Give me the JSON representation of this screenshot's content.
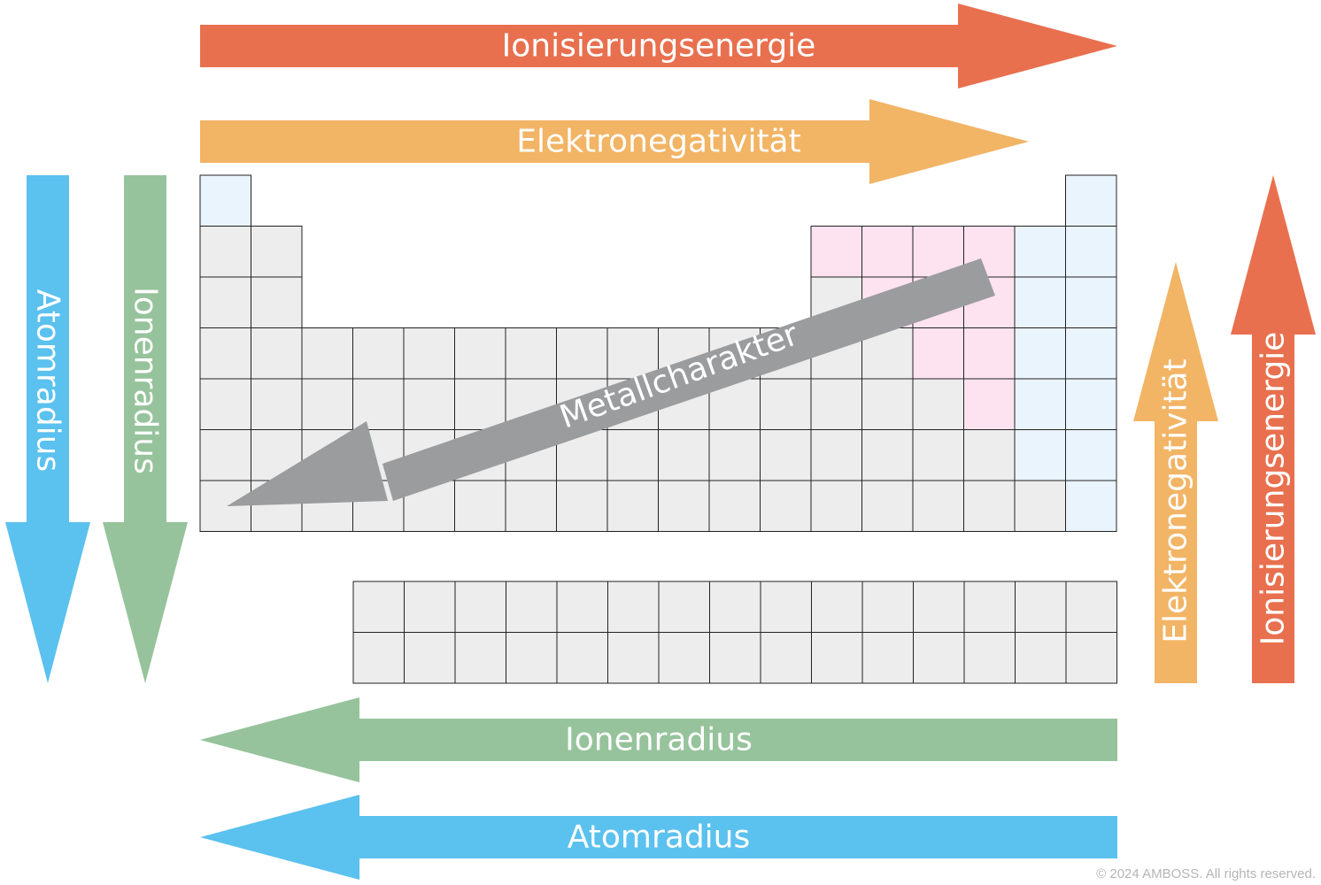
{
  "colors": {
    "ionization": "#E8704F",
    "electronegativity": "#F2B465",
    "ionic_radius": "#96C39B",
    "atomic_radius": "#5BC1EE",
    "metal": "#9A9C9E",
    "cell_default": "#EDEDED",
    "cell_blue": "#EAF4FD",
    "cell_pink": "#FDE3EF",
    "grid_line": "#222222"
  },
  "arrows": {
    "top_ionization": "Ionisierungsenergie",
    "top_electronegativity": "Elektronegativität",
    "left_atomic_radius": "Atomradius",
    "left_ionic_radius": "Ionenradius",
    "right_electronegativity": "Elektronegativität",
    "right_ionization": "Ionisierungsenergie",
    "bottom_ionic_radius": "Ionenradius",
    "bottom_atomic_radius": "Atomradius",
    "metal_character": "Metallcharakter"
  },
  "copyright": "© 2024 AMBOSS. All rights reserved."
}
